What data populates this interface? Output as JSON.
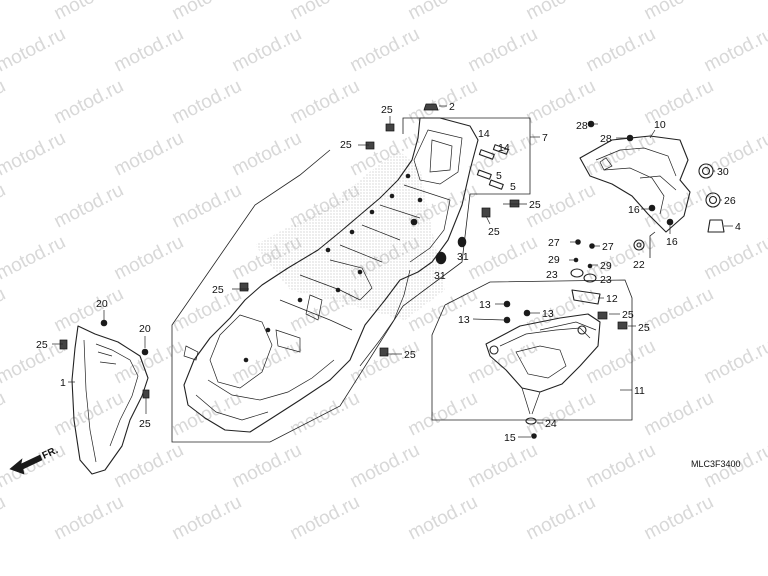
{
  "watermark": {
    "text": "motod.ru"
  },
  "diagram": {
    "code": "MLC3F3400",
    "direction_label": "FR.",
    "callouts": [
      {
        "id": "c2",
        "text": "2"
      },
      {
        "id": "c7",
        "text": "7"
      },
      {
        "id": "c14a",
        "text": "14"
      },
      {
        "id": "c14b",
        "text": "14"
      },
      {
        "id": "c5a",
        "text": "5"
      },
      {
        "id": "c5b",
        "text": "5"
      },
      {
        "id": "c25a",
        "text": "25"
      },
      {
        "id": "c25b",
        "text": "25"
      },
      {
        "id": "c25c",
        "text": "25"
      },
      {
        "id": "c25d",
        "text": "25"
      },
      {
        "id": "c25e",
        "text": "25"
      },
      {
        "id": "c25f",
        "text": "25"
      },
      {
        "id": "c25g",
        "text": "25"
      },
      {
        "id": "c25h",
        "text": "25"
      },
      {
        "id": "c25i",
        "text": "25"
      },
      {
        "id": "c25j",
        "text": "25"
      },
      {
        "id": "c31a",
        "text": "31"
      },
      {
        "id": "c31b",
        "text": "31"
      },
      {
        "id": "c1",
        "text": "1"
      },
      {
        "id": "c20a",
        "text": "20"
      },
      {
        "id": "c20b",
        "text": "20"
      },
      {
        "id": "c28a",
        "text": "28"
      },
      {
        "id": "c28b",
        "text": "28"
      },
      {
        "id": "c10",
        "text": "10"
      },
      {
        "id": "c30",
        "text": "30"
      },
      {
        "id": "c26",
        "text": "26"
      },
      {
        "id": "c4",
        "text": "4"
      },
      {
        "id": "c16a",
        "text": "16"
      },
      {
        "id": "c16b",
        "text": "16"
      },
      {
        "id": "c22",
        "text": "22"
      },
      {
        "id": "c27a",
        "text": "27"
      },
      {
        "id": "c27b",
        "text": "27"
      },
      {
        "id": "c29a",
        "text": "29"
      },
      {
        "id": "c29b",
        "text": "29"
      },
      {
        "id": "c23a",
        "text": "23"
      },
      {
        "id": "c23b",
        "text": "23"
      },
      {
        "id": "c12",
        "text": "12"
      },
      {
        "id": "c13a",
        "text": "13"
      },
      {
        "id": "c13b",
        "text": "13"
      },
      {
        "id": "c13c",
        "text": "13"
      },
      {
        "id": "c11",
        "text": "11"
      },
      {
        "id": "c24",
        "text": "24"
      },
      {
        "id": "c15",
        "text": "15"
      }
    ]
  }
}
